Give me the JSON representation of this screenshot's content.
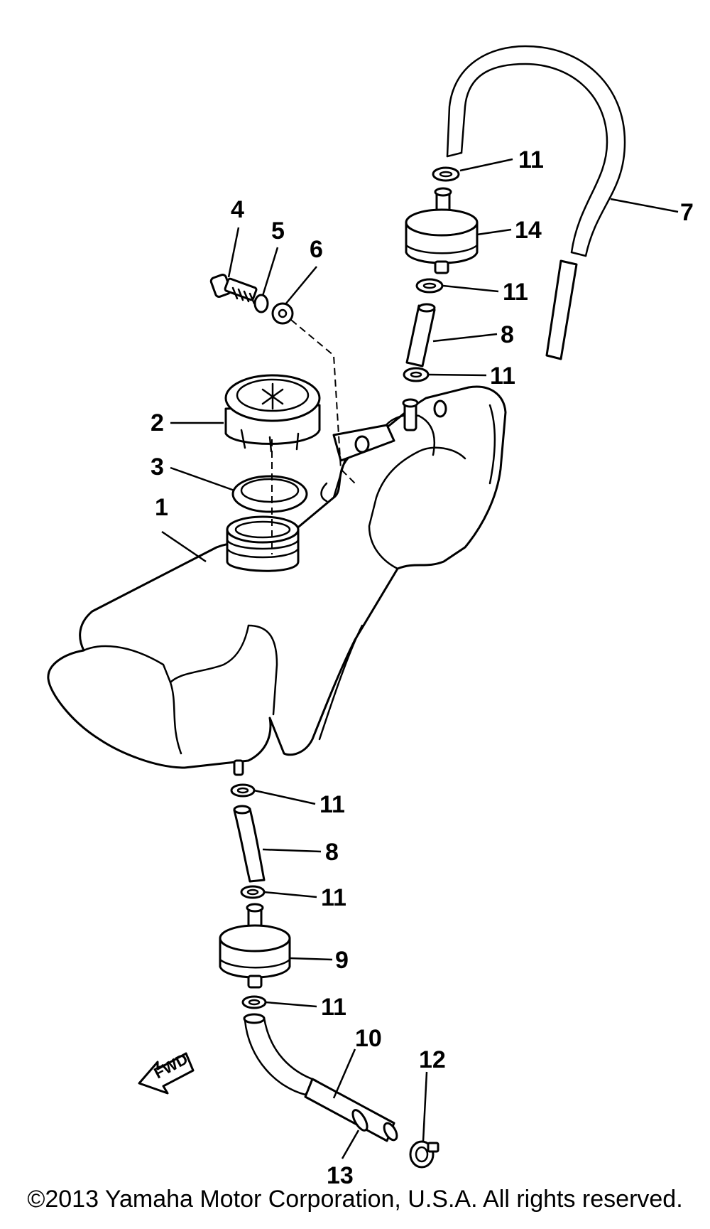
{
  "callouts": {
    "c1": "1",
    "c2": "2",
    "c3": "3",
    "c4": "4",
    "c5": "5",
    "c6": "6",
    "c7": "7",
    "c8a": "8",
    "c8b": "8",
    "c9": "9",
    "c10": "10",
    "c11a": "11",
    "c11b": "11",
    "c11c": "11",
    "c11d": "11",
    "c11e": "11",
    "c11f": "11",
    "c12": "12",
    "c13": "13",
    "c14": "14"
  },
  "fwd_label": "FWD",
  "copyright": "©2013 Yamaha Motor Corporation, U.S.A. All rights reserved."
}
